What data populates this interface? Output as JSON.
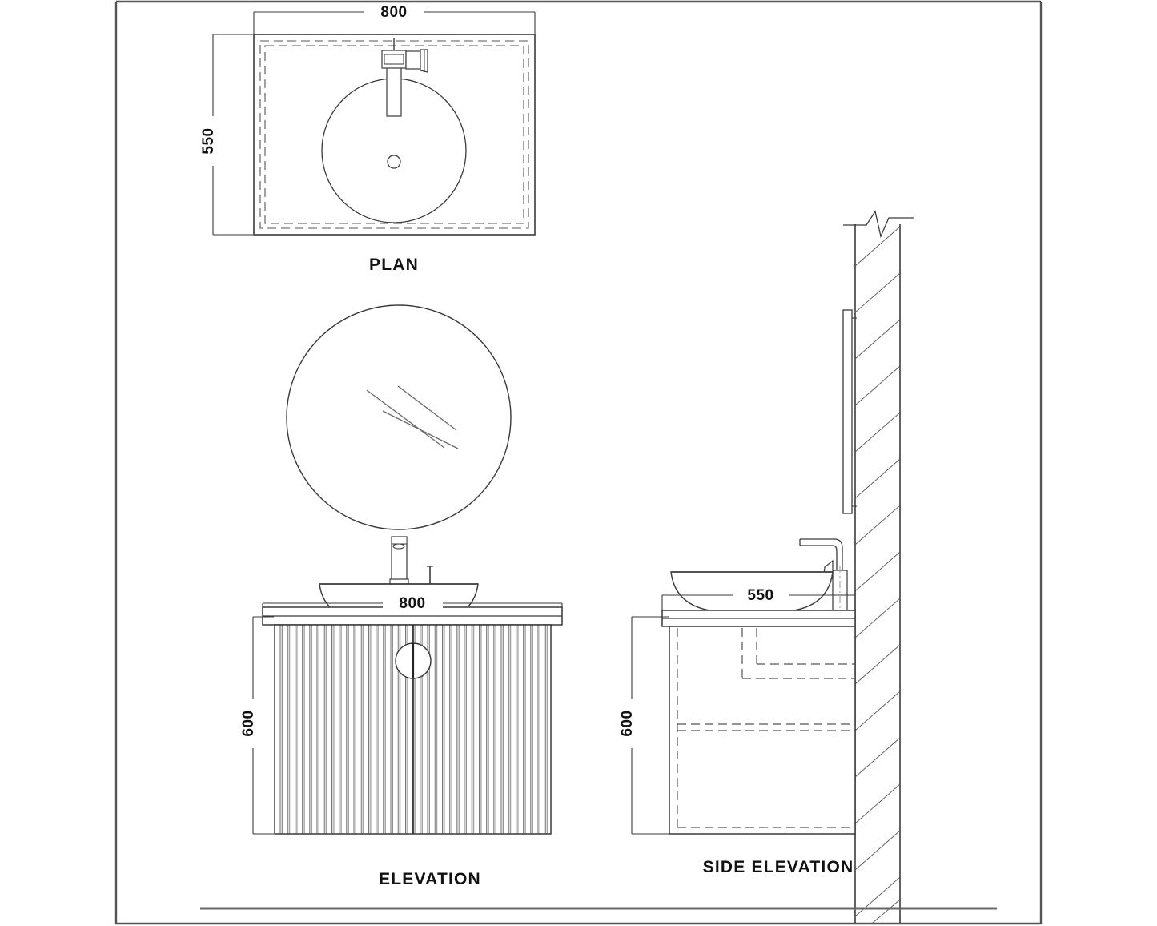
{
  "drawing": {
    "title": "Bathroom Vanity Unit Technical Drawing",
    "sheet_border_color": "#555555",
    "line_color": "#3a3a3a",
    "hidden_line_color": "#555555",
    "text_color": "#111111"
  },
  "views": {
    "plan": {
      "label": "PLAN",
      "dimensions": {
        "width": "800",
        "depth": "550"
      }
    },
    "elevation": {
      "label": "ELEVATION",
      "dimensions": {
        "width": "800",
        "height": "600"
      }
    },
    "side_elevation": {
      "label": "SIDE ELEVATION",
      "dimensions": {
        "depth": "550",
        "height": "600"
      }
    }
  },
  "components": {
    "countertop": "countertop",
    "basin": "round-vessel-basin",
    "faucet": "wall-mounted-faucet",
    "mirror": "round-mirror",
    "cabinet": "fluted-vanity-cabinet",
    "handle": "round-handle",
    "wall": "hatched-wall-section",
    "floor": "floor-line"
  }
}
